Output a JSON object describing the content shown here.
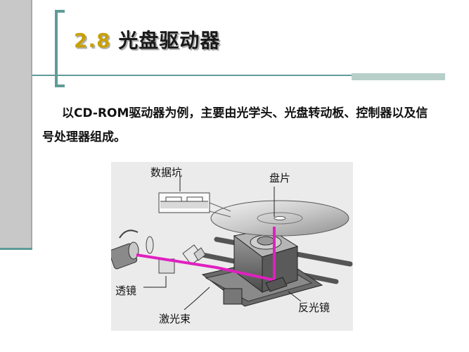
{
  "slide": {
    "title_number": "2.8",
    "title_text": "光盘驱动器",
    "paragraph": "以CD-ROM驱动器为例，主要由光学头、光盘转动板、控制器以及信号处理器组成。"
  },
  "figure": {
    "labels": {
      "pits": "数据坑",
      "disc": "盘片",
      "lens": "透镜",
      "laser": "激光束",
      "mirror": "反光镜"
    }
  },
  "colors": {
    "accent_teal": "#5f9c98",
    "title_number": "#c8a000",
    "laser_beam": "#e020c0"
  }
}
